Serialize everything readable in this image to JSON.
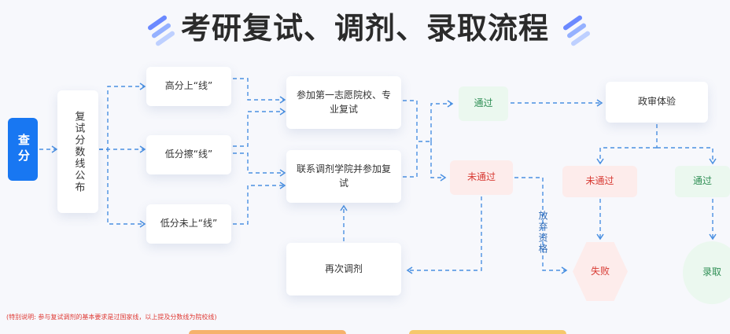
{
  "title": "考研复试、调剂、录取流程",
  "diagram": {
    "nodes": {
      "chafen": "查分",
      "gongbu": "复试分数线公布",
      "gao": "高分上“线”",
      "ca": "低分擦“线”",
      "di": "低分未上“线”",
      "first": "参加第一志愿院校、专业复试",
      "tiaoji": "联系调剂学院并参加复试",
      "again": "再次调剂",
      "pass1": "通过",
      "fail1": "未通过",
      "political": "政审体验",
      "fail2": "未通过",
      "pass2": "通过",
      "shibai": "失败",
      "luqu": "录取"
    },
    "labels": {
      "giveup": "放弃资格"
    },
    "note": "(特别说明: 参与复试调剂的基本要求是过国家线，以上提及分数线为院校线)"
  },
  "colors": {
    "accent_blue": "#1877f2",
    "line_blue": "#4a90e2",
    "pass_green": "#2f8f55",
    "fail_red": "#d83a33",
    "title_dark": "#2b2b2b"
  }
}
